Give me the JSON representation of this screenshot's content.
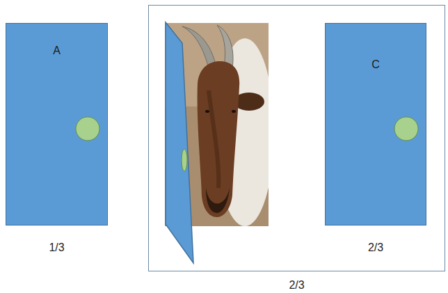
{
  "diagram": {
    "nodes": [
      {
        "text": [
          "A",
          "1/3"
        ]
      },
      {
        "text": [
          "2/3"
        ]
      },
      {
        "text": [
          "C",
          "2/3"
        ],
        "in": 1
      }
    ]
  }
}
